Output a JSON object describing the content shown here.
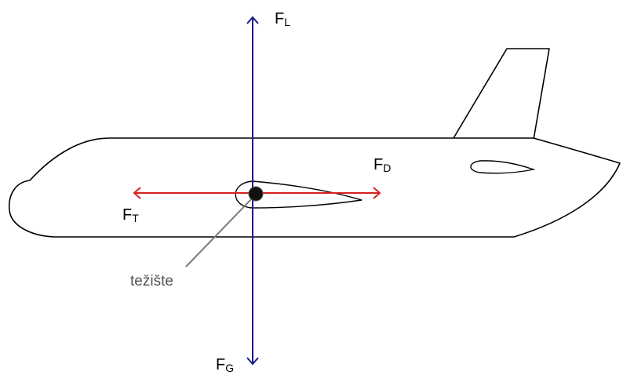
{
  "colors": {
    "outline": "#000000",
    "lift_weight_vector": "#1a1a8c",
    "thrust_drag_vector": "#d62020",
    "center_of_gravity": "#111111",
    "leader_line": "#7a7a7a",
    "cg_label": "#555555"
  },
  "forces": {
    "lift": {
      "symbol": "F",
      "subscript": "L"
    },
    "weight": {
      "symbol": "F",
      "subscript": "G"
    },
    "drag": {
      "symbol": "F",
      "subscript": "D"
    },
    "thrust": {
      "symbol": "F",
      "subscript": "T"
    }
  },
  "center_of_gravity": {
    "label": "težište"
  }
}
